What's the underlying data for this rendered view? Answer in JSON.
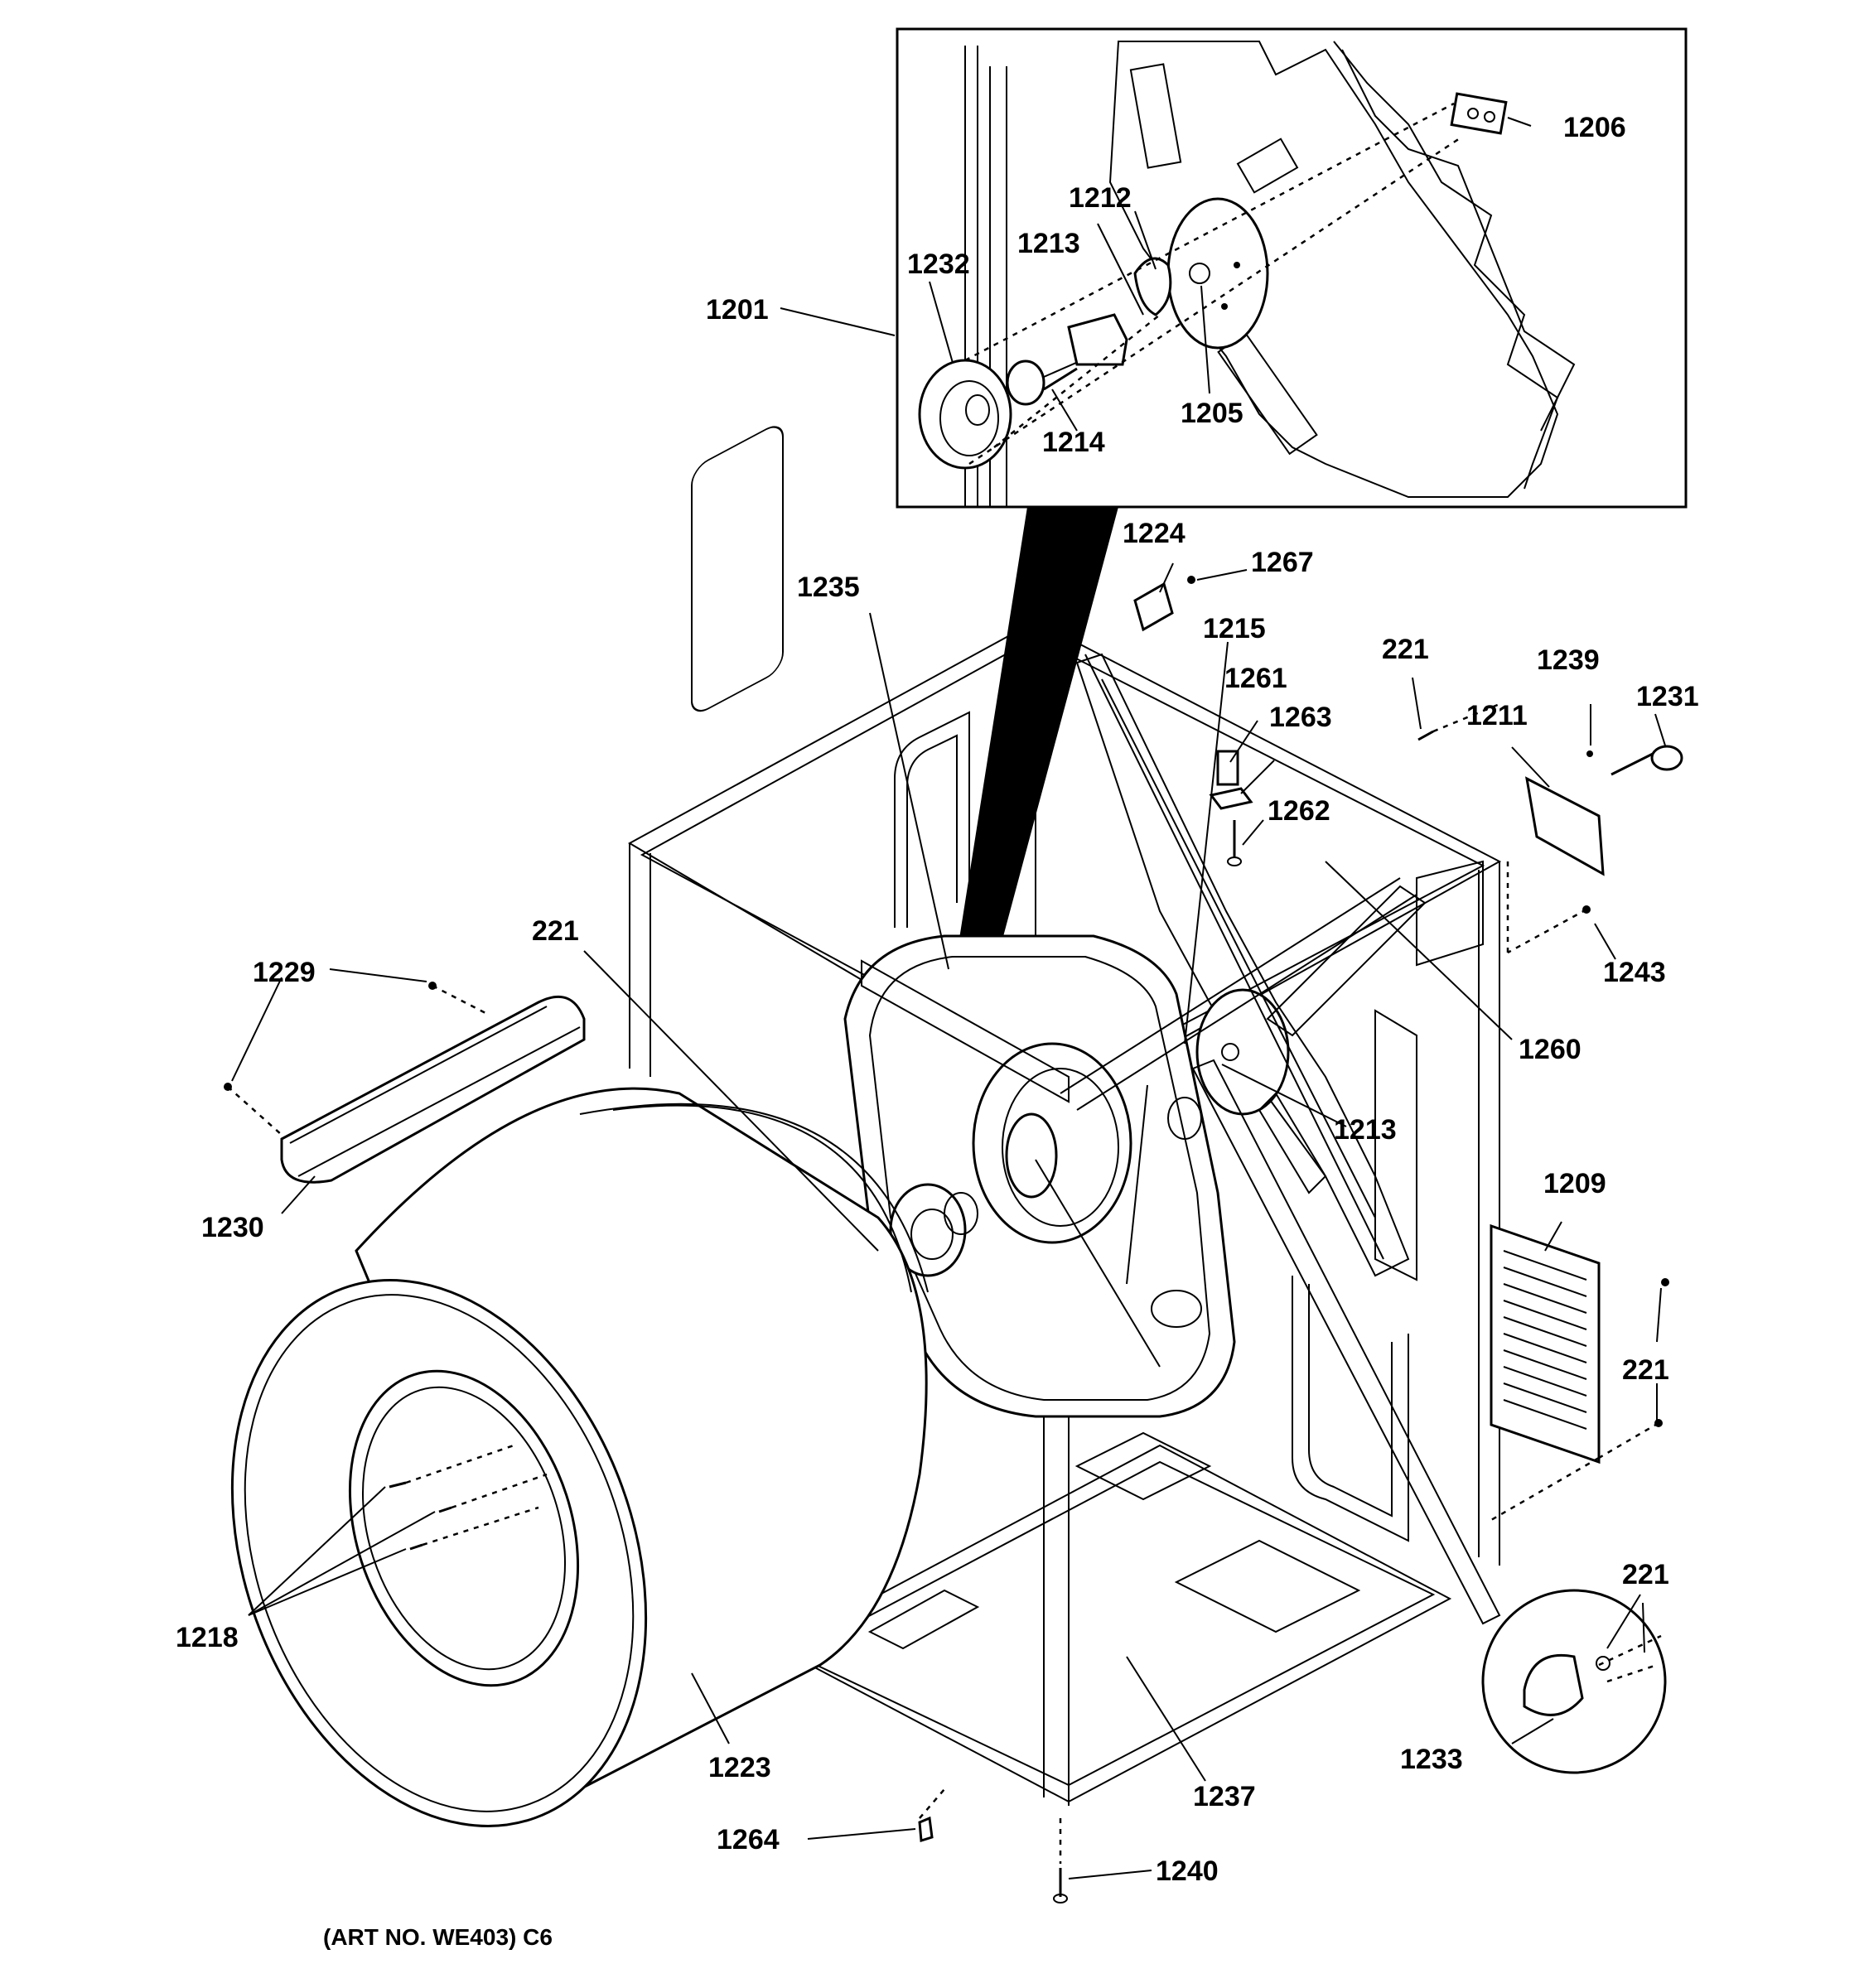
{
  "art_number": "(ART NO. WE403) C6",
  "labels": {
    "p1201": "1201",
    "p1205": "1205",
    "p1206": "1206",
    "p1209": "1209",
    "p1211": "1211",
    "p1212": "1212",
    "p1213_inset": "1213",
    "p1213_main": "1213",
    "p1214": "1214",
    "p1215": "1215",
    "p1218": "1218",
    "p221_a": "221",
    "p221_b": "221",
    "p221_c": "221",
    "p221_d": "221",
    "p1223": "1223",
    "p1224": "1224",
    "p1229": "1229",
    "p1230": "1230",
    "p1231": "1231",
    "p1232": "1232",
    "p1233": "1233",
    "p1235": "1235",
    "p1237": "1237",
    "p1239": "1239",
    "p1240": "1240",
    "p1243": "1243",
    "p1260": "1260",
    "p1261": "1261",
    "p1262": "1262",
    "p1263": "1263",
    "p1264": "1264",
    "p1267": "1267"
  }
}
